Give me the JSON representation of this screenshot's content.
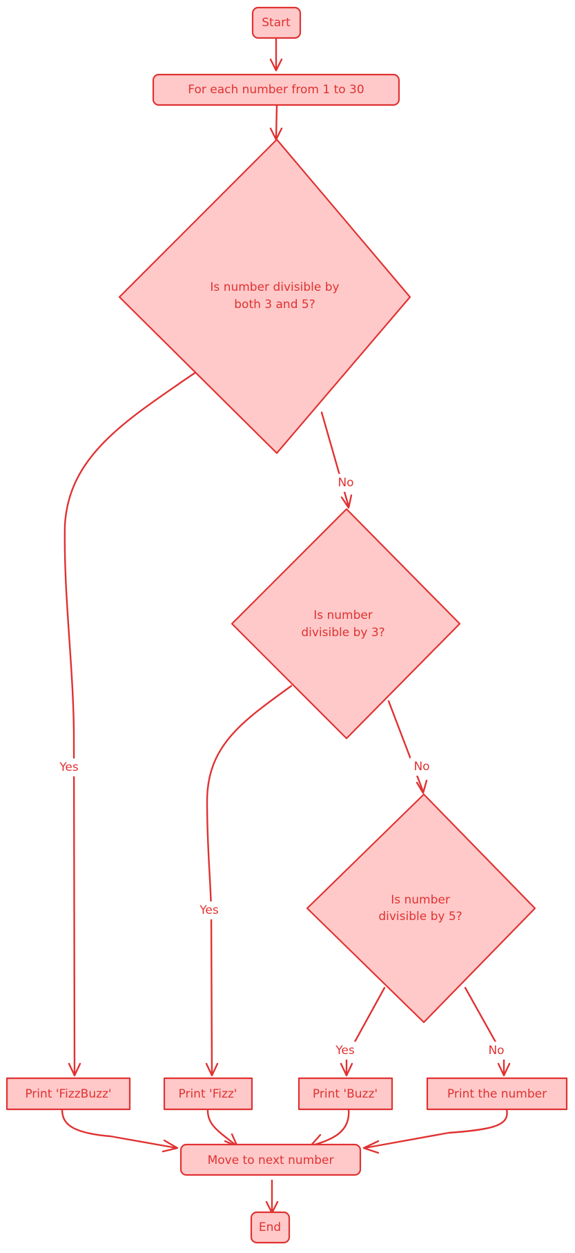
{
  "nodes": {
    "start": "Start",
    "loop": "For each number from 1 to 30",
    "div15_line1": "Is number divisible by",
    "div15_line2": "both 3 and 5?",
    "div3_line1": "Is number",
    "div3_line2": "divisible by 3?",
    "div5_line1": "Is number",
    "div5_line2": "divisible by 5?",
    "fizzbuzz": "Print 'FizzBuzz'",
    "fizz": "Print 'Fizz'",
    "buzz": "Print 'Buzz'",
    "number": "Print the number",
    "next": "Move to next number",
    "end": "End"
  },
  "edges": {
    "div15_yes": "Yes",
    "div15_no": "No",
    "div3_yes": "Yes",
    "div3_no": "No",
    "div5_yes": "Yes",
    "div5_no": "No"
  },
  "colors": {
    "stroke": "#e03131",
    "fill": "#ffc9c9",
    "background": "#ffffff"
  }
}
